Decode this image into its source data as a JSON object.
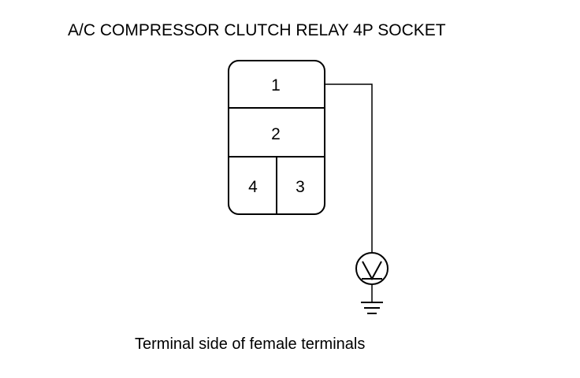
{
  "title": "A/C COMPRESSOR CLUTCH RELAY 4P SOCKET",
  "caption": "Terminal side of female terminals",
  "connector": {
    "terminals": [
      "1",
      "2",
      "4",
      "3"
    ]
  },
  "meter": {
    "symbol": "voltmeter-icon"
  },
  "ground": {
    "symbol": "ground-icon"
  }
}
